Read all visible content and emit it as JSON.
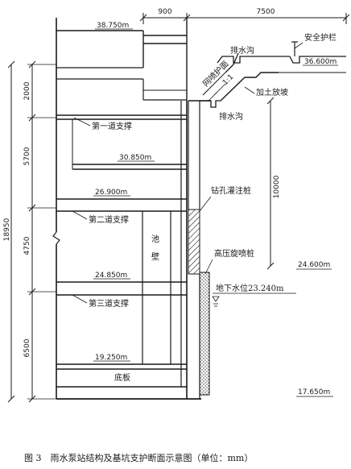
{
  "dims_top": {
    "left": "900",
    "right": "7500"
  },
  "dims_left": {
    "total": "18950",
    "segments": [
      "2000",
      "5700",
      "4750",
      "6500"
    ]
  },
  "dim_right": "10000",
  "elevations": [
    "38.750m",
    "36.600m",
    "30.850m",
    "26.900m",
    "24.850m",
    "24.600m",
    "19.250m",
    "17.650m"
  ],
  "groundwater": "地下水位23.240m",
  "labels": {
    "guardrail": "安全护栏",
    "drain_top": "排水沟",
    "net_slope": "网喷护面",
    "slope_ratio": "1:1",
    "soil_slope": "加土放坡",
    "drain_bottom": "排水沟",
    "strut1": "第一道支撑",
    "strut2": "第二道支撑",
    "strut3": "第三道支撑",
    "pile": "钻孔灌注桩",
    "jet_grout": "高压旋喷桩",
    "wall": "池壁",
    "base": "底板"
  },
  "caption": "图 3　雨水泵站结构及基坑支护断面示意图（单位：mm）"
}
